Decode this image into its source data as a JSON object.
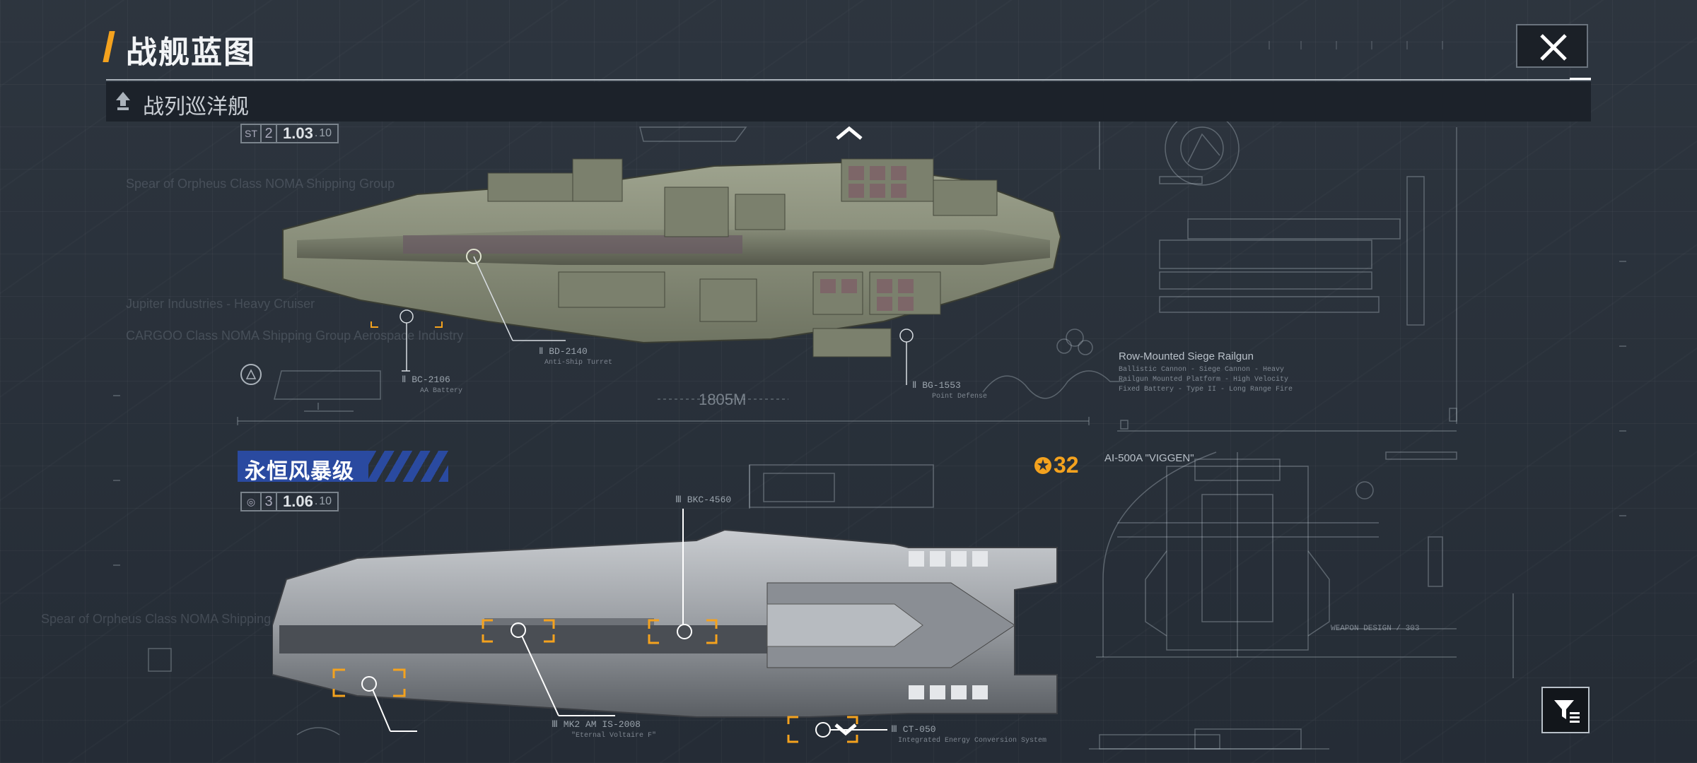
{
  "header": {
    "title": "战舰蓝图"
  },
  "category": {
    "label": "战列巡洋舰"
  },
  "ship_top": {
    "id_number": "2",
    "version": "1.03",
    "version_max": "10",
    "faint_texts": [
      "Spear of Orpheus Class NOMA Shipping Group",
      "Jupiter Industries - Heavy Cruiser",
      "CARGOO Class NOMA Shipping Group Aerospace Industry"
    ],
    "scale_label": "1805M",
    "weapon_labels": [
      "Ⅱ BD-2140",
      "Ⅱ BC-2106",
      "Ⅱ BG-1553"
    ],
    "weapon_sublabels": [
      "Anti-Ship Turret",
      "AA Battery",
      "Point Defense"
    ],
    "side_title": "Row-Mounted Siege Railgun",
    "side_text": [
      "Ballistic Cannon - Siege Cannon - Heavy",
      "Railgun Mounted Platform - High Velocity",
      "Fixed Battery - Type II - Long Range Fire"
    ]
  },
  "ship_bottom": {
    "name": "永恒风暴级",
    "id_number": "3",
    "version": "1.06",
    "version_max": "10",
    "score": "32",
    "faint_text": "Spear of Orpheus Class NOMA Shipping Group",
    "weapon_labels": [
      "Ⅲ BKC-4560",
      "Ⅲ MK2 AM IS-2008",
      "Ⅲ CT-050"
    ],
    "weapon_sublabels": [
      "\"Eternal Voltaire F\"",
      "Integrated Energy Conversion System"
    ],
    "side_title": "AI-500A \"VIGGEN\"",
    "side_caption": "WEAPON DESIGN / 303"
  },
  "colors": {
    "accent": "#f4a21e",
    "name_tag": "#2a4aa0",
    "bg": "#28303a"
  },
  "icons": {
    "close": "close-icon",
    "up": "chevron-up-icon",
    "down": "chevron-down-icon",
    "filter": "filter-icon",
    "category": "rank-icon",
    "score": "gear-badge-icon"
  }
}
